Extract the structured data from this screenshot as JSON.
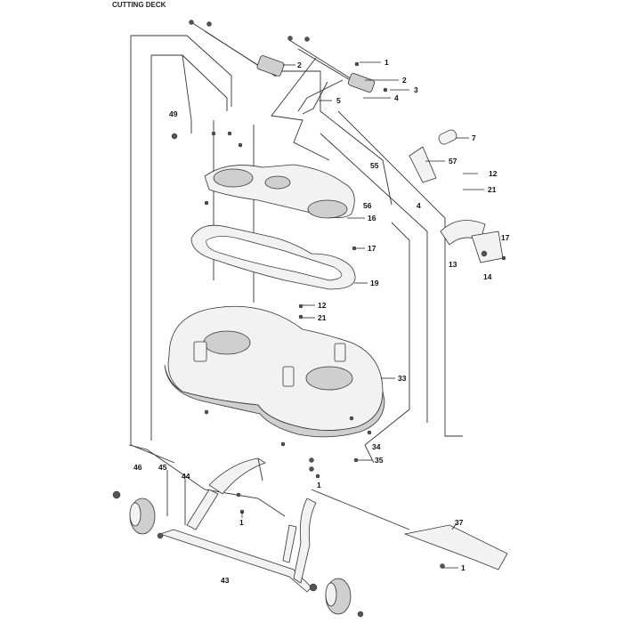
{
  "title": "CUTTING DECK",
  "callouts": [
    {
      "label": "1"
    },
    {
      "label": "2"
    },
    {
      "label": "2"
    },
    {
      "label": "3"
    },
    {
      "label": "4"
    },
    {
      "label": "5"
    },
    {
      "label": "7"
    },
    {
      "label": "49"
    },
    {
      "label": "55"
    },
    {
      "label": "57"
    },
    {
      "label": "56"
    },
    {
      "label": "4"
    },
    {
      "label": "12"
    },
    {
      "label": "21"
    },
    {
      "label": "16"
    },
    {
      "label": "17"
    },
    {
      "label": "17"
    },
    {
      "label": "13"
    },
    {
      "label": "14"
    },
    {
      "label": "19"
    },
    {
      "label": "12"
    },
    {
      "label": "21"
    },
    {
      "label": "33"
    },
    {
      "label": "34"
    },
    {
      "label": "35"
    },
    {
      "label": "1"
    },
    {
      "label": "46"
    },
    {
      "label": "45"
    },
    {
      "label": "44"
    },
    {
      "label": "1"
    },
    {
      "label": "37"
    },
    {
      "label": "1"
    },
    {
      "label": "43"
    }
  ]
}
